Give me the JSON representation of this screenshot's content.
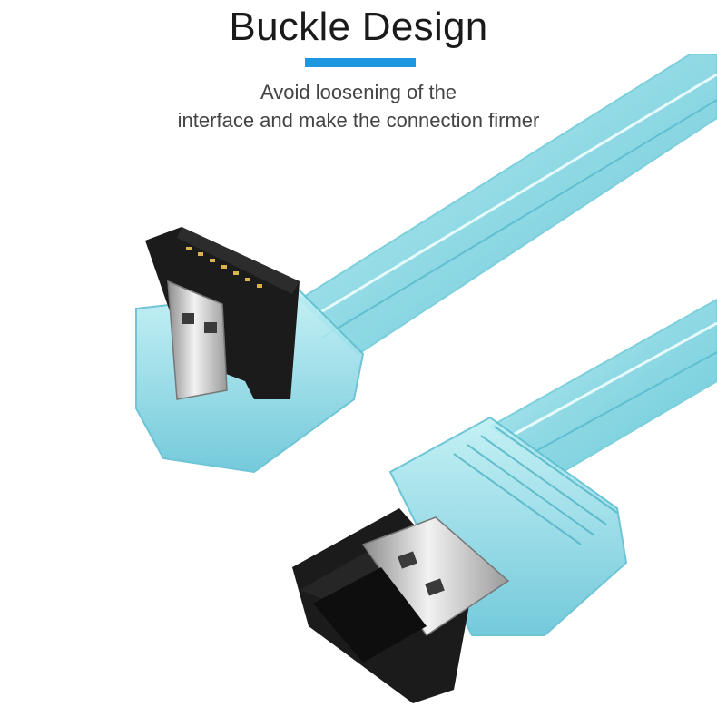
{
  "header": {
    "title": "Buckle Design",
    "subtitle_line1": "Avoid loosening of the",
    "subtitle_line2": "interface and make the connection firmer"
  },
  "colors": {
    "accent": "#1e97e0",
    "cable": "#9fe0e8",
    "cable_dark": "#5cc3d4",
    "connector": "#1b1b1b",
    "metal": "#c9c9c9"
  },
  "icons": {
    "right_angle_connector": "sata-right-angle-connector-icon",
    "straight_connector": "sata-straight-connector-icon"
  }
}
